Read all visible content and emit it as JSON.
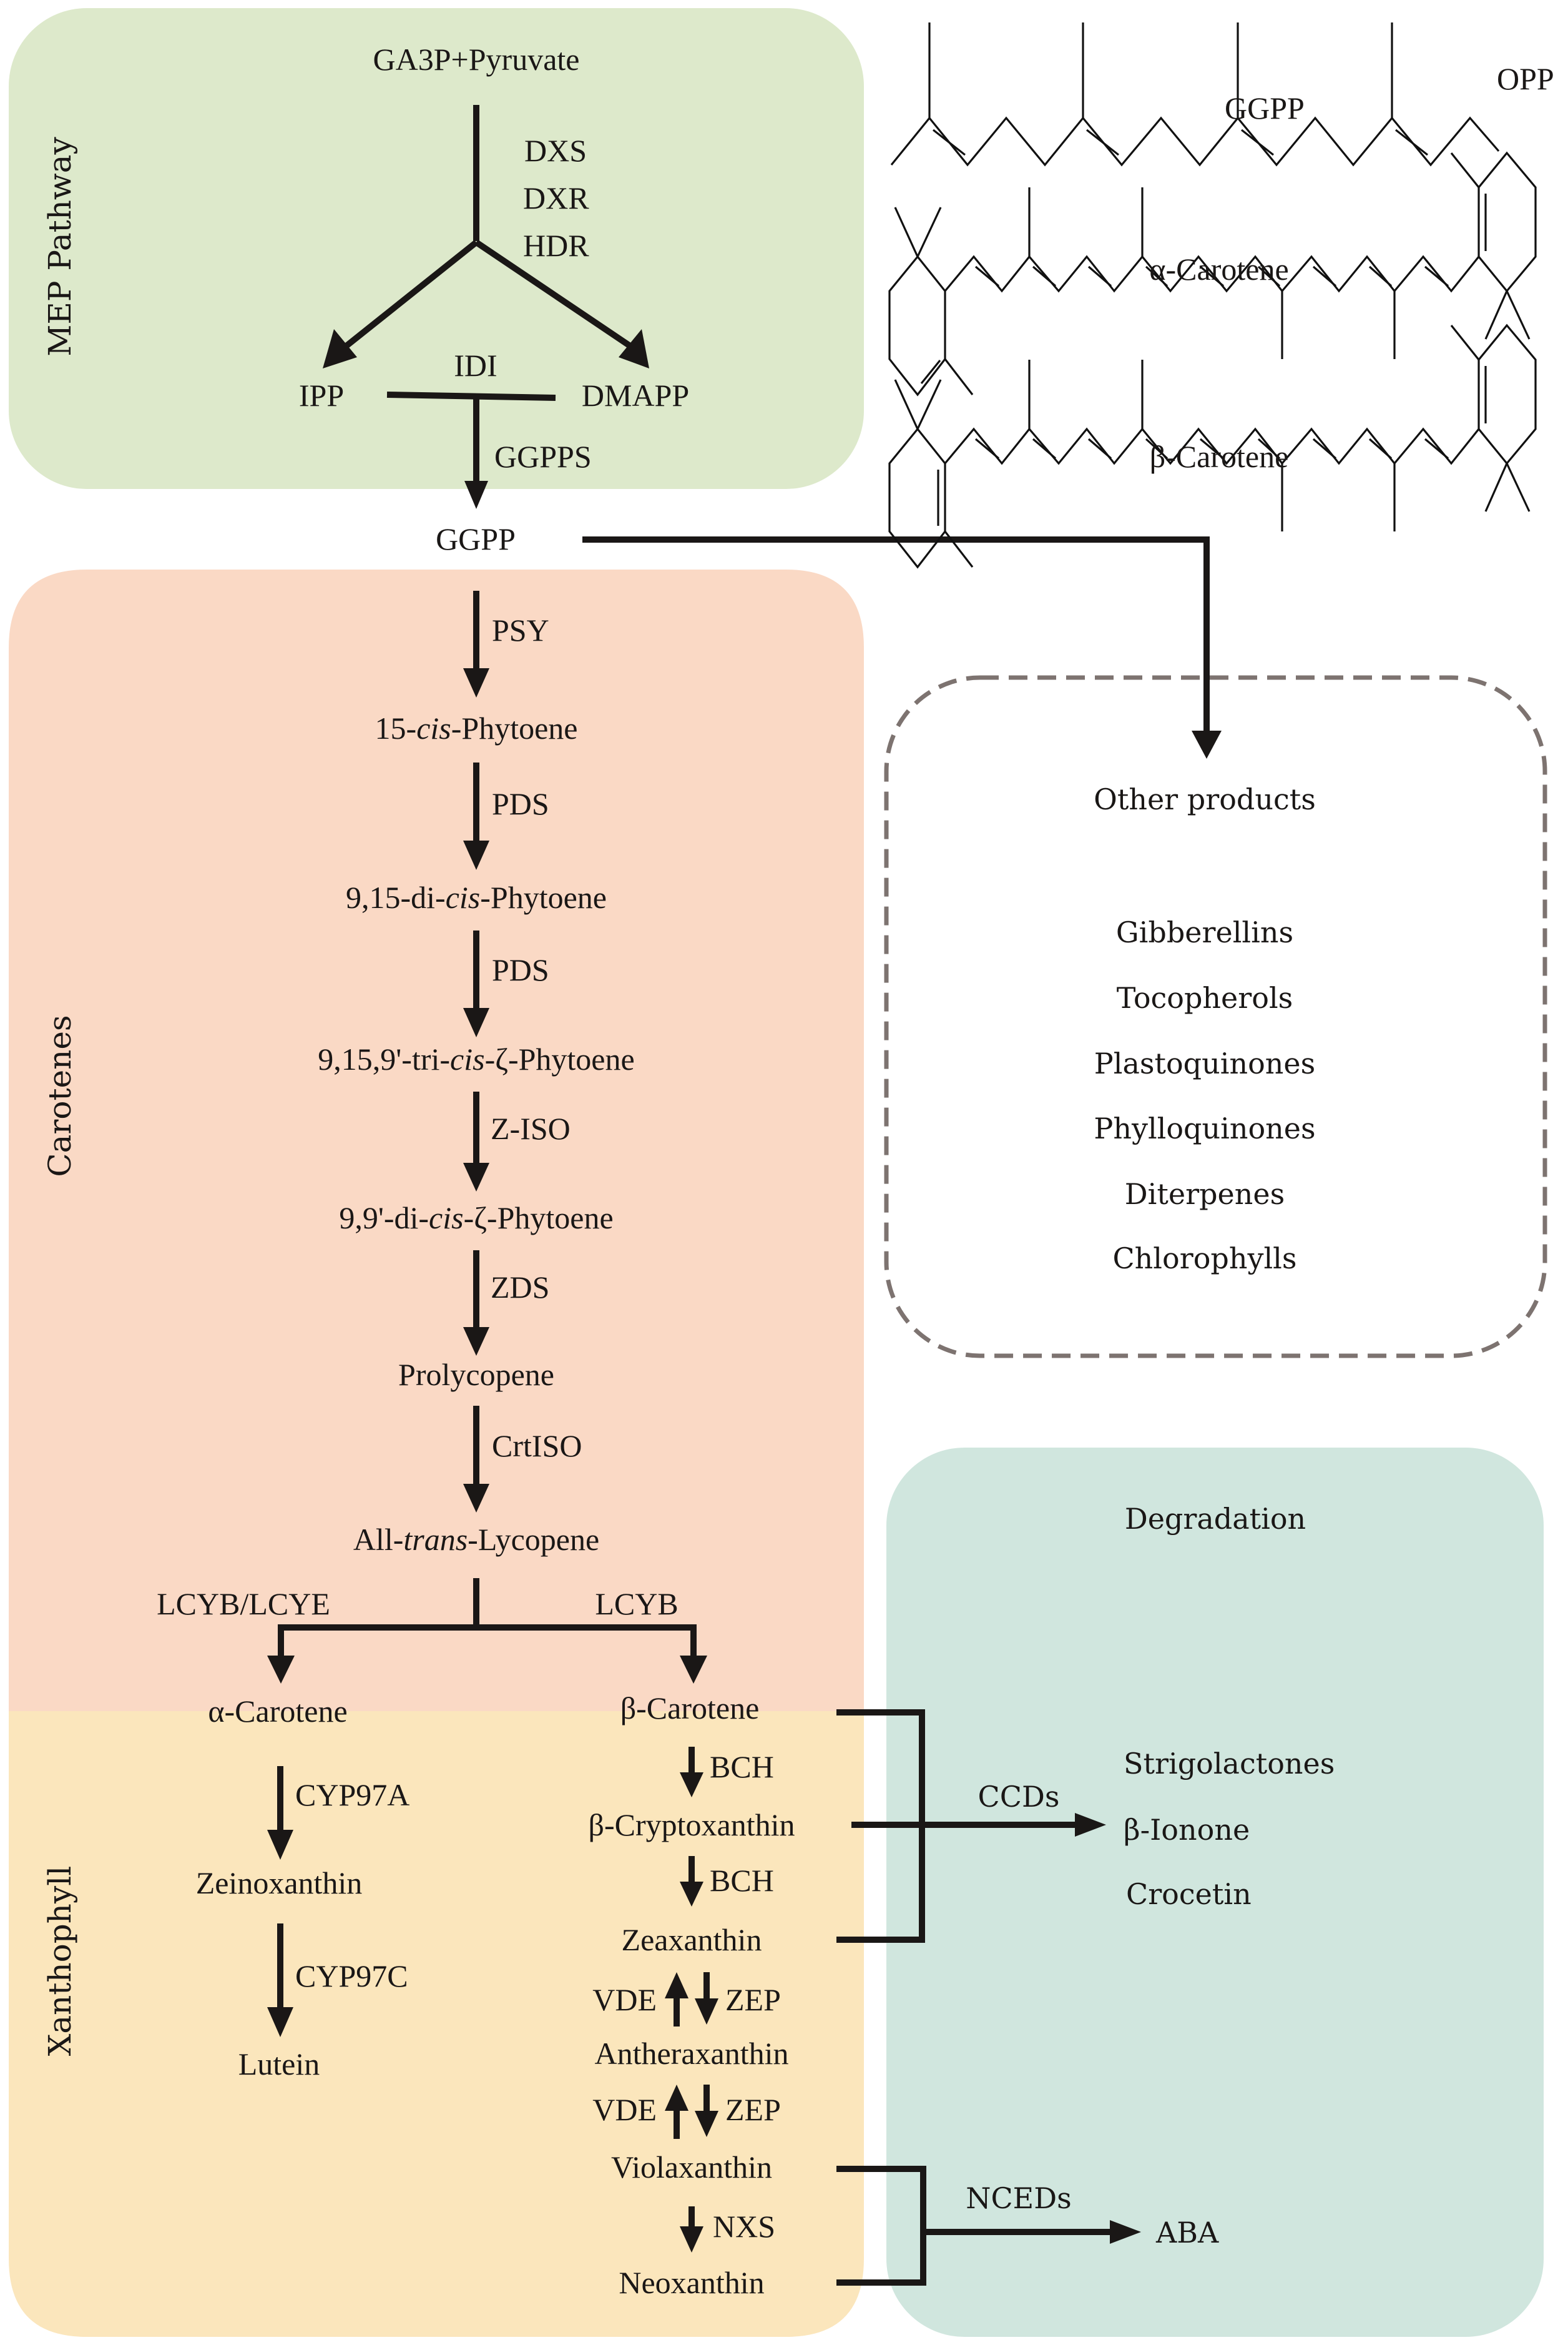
{
  "colors": {
    "mep_box": "#dde9cb",
    "carotenes_box": "#fad9c5",
    "xanthophyll_box": "#fbe6bc",
    "degradation_box": "#d0e6de",
    "other_products_border": "#7d7370",
    "ink": "#1a1716"
  },
  "sections": {
    "mep": "MEP Pathway",
    "carotenes": "Carotenes",
    "xanthophyll": "Xanthophyll",
    "degradation": "Degradation",
    "other_products": "Other products"
  },
  "mep": {
    "substrate": "GA3P+Pyruvate",
    "enzymes": [
      "DXS",
      "DXR",
      "HDR"
    ],
    "ipp": "IPP",
    "dmapp": "DMAPP",
    "idi": "IDI",
    "ggpps": "GGPPS",
    "ggpp": "GGPP"
  },
  "carotene_chain": {
    "enzymes": [
      "PSY",
      "PDS",
      "PDS",
      "Z-ISO",
      "ZDS",
      "CrtISO"
    ],
    "compounds": [
      {
        "pre": "15-",
        "it": "cis",
        "post": "-Phytoene"
      },
      {
        "pre": "9,15-di-",
        "it": "cis",
        "post": "-Phytoene"
      },
      {
        "pre": "9,15,9'-tri-",
        "it": "cis",
        "post": "-ζ-Phytoene"
      },
      {
        "pre": "9,9'-di-",
        "it": "cis",
        "post": "-ζ-Phytoene"
      },
      {
        "pre": "Prolycopene",
        "it": "",
        "post": ""
      },
      {
        "pre": "All-",
        "it": "trans",
        "post": "-Lycopene"
      }
    ],
    "branch_left_enzyme": "LCYB/LCYE",
    "branch_right_enzyme": "LCYB"
  },
  "alpha_branch": {
    "compounds": [
      "α-Carotene",
      "Zeinoxanthin",
      "Lutein"
    ],
    "enzymes": [
      "CYP97A",
      "CYP97C"
    ]
  },
  "beta_branch": {
    "compounds": [
      "β-Carotene",
      "β-Cryptoxanthin",
      "Zeaxanthin",
      "Antheraxanthin",
      "Violaxanthin",
      "Neoxanthin"
    ],
    "enzymes": [
      "BCH",
      "BCH",
      "NXS"
    ],
    "reversible": [
      {
        "up": "VDE",
        "down": "ZEP"
      },
      {
        "up": "VDE",
        "down": "ZEP"
      }
    ]
  },
  "degradation": {
    "ccd_enzyme": "CCDs",
    "ccd_products": [
      "Strigolactones",
      "β-Ionone",
      "Crocetin"
    ],
    "nced_enzyme": "NCEDs",
    "nced_product": "ABA"
  },
  "other_products": {
    "items": [
      "Gibberellins",
      "Tocopherols",
      "Plastoquinones",
      "Phylloquinones",
      "Diterpenes",
      "Chlorophylls"
    ]
  },
  "structures": {
    "ggpp_label": "GGPP",
    "ggpp_group": "OPP",
    "alpha_label": "α-Carotene",
    "beta_label": "β-Carotene"
  }
}
